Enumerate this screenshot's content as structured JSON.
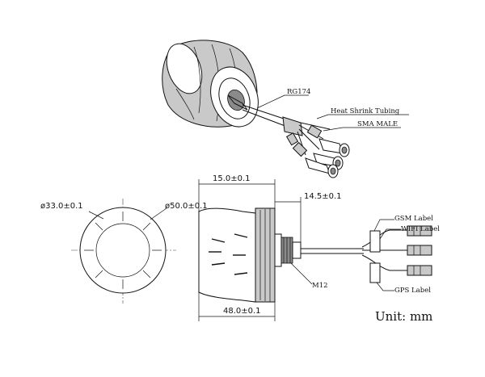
{
  "labels": {
    "cable": "RG174",
    "heat_shrink": "Heat Shrink Tubing",
    "connector": "SMA MALE",
    "gsm": "GSM Label",
    "wifi": "WIFI Label",
    "gps": "GPS Label",
    "thread": "M12",
    "unit": "Unit: mm"
  },
  "dimensions": {
    "inner_diameter": "ø33.0±0.1",
    "outer_diameter": "ø50.0±0.1",
    "top_width": "15.0±0.1",
    "stud_length": "14.5±0.1",
    "overall_width": "48.0±0.1"
  }
}
